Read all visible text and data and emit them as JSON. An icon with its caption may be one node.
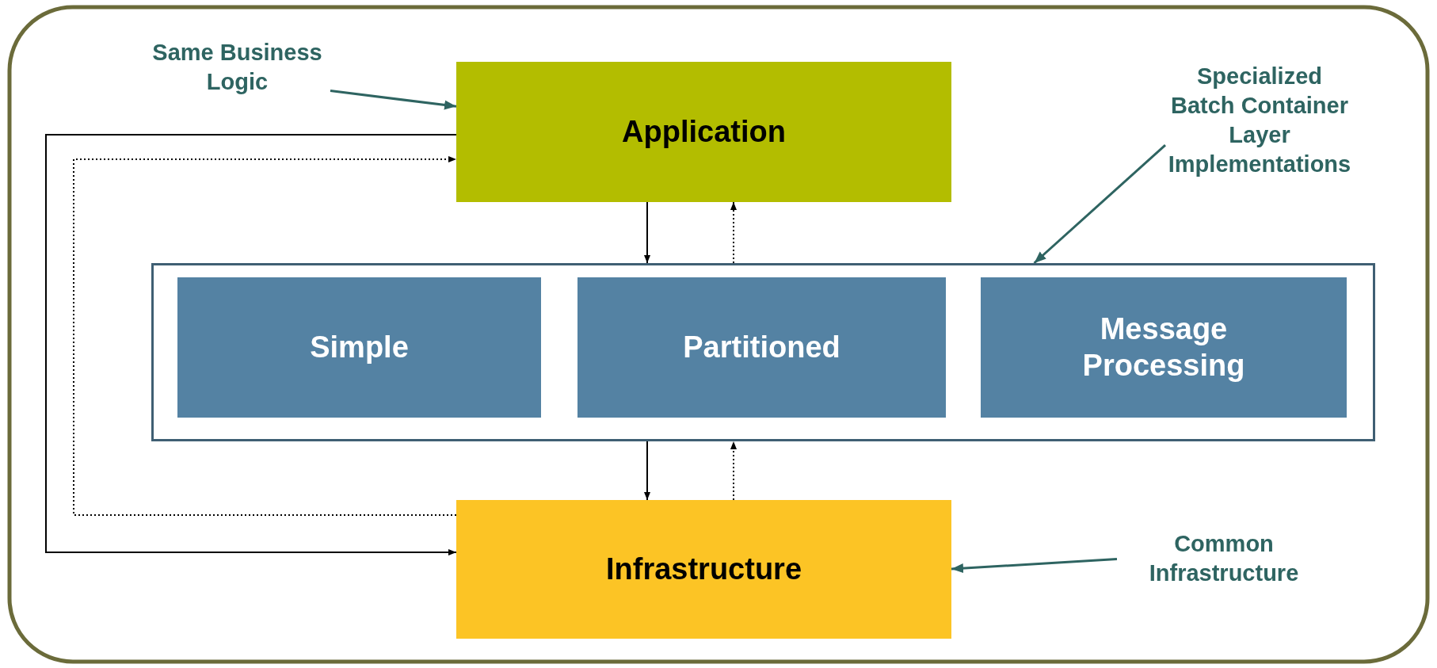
{
  "diagram": {
    "nodes": [
      {
        "text": [
          "Same Business Logic"
        ]
      },
      {
        "text": [
          "Application"
        ]
      },
      {
        "text": [
          "Specialized Batch Container Layer Implementations"
        ]
      },
      {
        "text": [],
        "shape": "box"
      },
      {
        "text": [
          "Simple"
        ],
        "in": 3
      },
      {
        "text": [
          "Partitioned"
        ],
        "in": 3
      },
      {
        "text": [
          "Message Processing"
        ],
        "in": 3
      },
      {
        "text": [
          "Common Infrastructure"
        ]
      },
      {
        "text": [
          "Infrastructure"
        ]
      }
    ],
    "edges": [
      {
        "from": 0,
        "to": 1,
        "arrow": "to",
        "color": "#2e6461"
      },
      {
        "from": 2,
        "to": 3,
        "arrow": "to",
        "color": "#2e6461"
      },
      {
        "from": 7,
        "to": 8,
        "arrow": "to",
        "color": "#2e6461"
      },
      {
        "from": 1,
        "to": 3,
        "arrow": "to"
      },
      {
        "from": 3,
        "to": 1,
        "arrow": "to",
        "style": "dashed"
      },
      {
        "from": 3,
        "to": 8,
        "arrow": "to"
      },
      {
        "from": 8,
        "to": 3,
        "arrow": "to",
        "style": "dashed"
      },
      {
        "from": 1,
        "to": 8,
        "arrow": "to"
      },
      {
        "from": 8,
        "to": 1,
        "arrow": "to",
        "style": "dashed"
      }
    ]
  }
}
